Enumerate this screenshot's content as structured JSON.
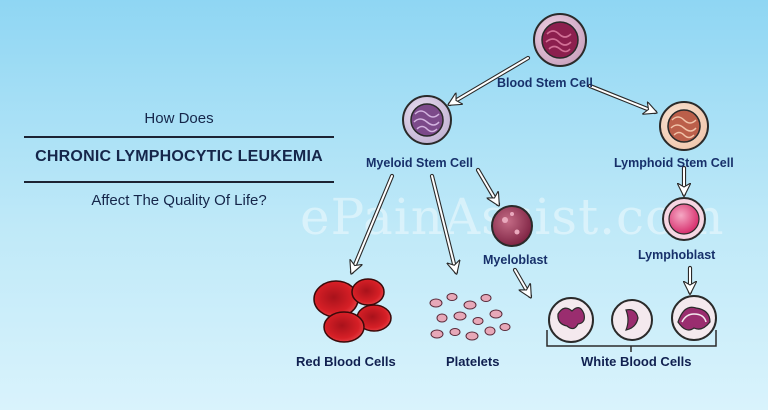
{
  "title": {
    "line1": "How Does",
    "line2": "CHRONIC LYMPHOCYTIC LEUKEMIA",
    "line3": "Affect The Quality Of Life?"
  },
  "nodes": {
    "blood_stem_cell": "Blood Stem Cell",
    "myeloid_stem_cell": "Myeloid Stem Cell",
    "lymphoid_stem_cell": "Lymphoid Stem Cell",
    "myeloblast": "Myeloblast",
    "lymphoblast": "Lymphoblast",
    "red_blood_cells": "Red Blood Cells",
    "platelets": "Platelets",
    "white_blood_cells": "White Blood Cells"
  },
  "watermark": "ePainAssist.com",
  "colors": {
    "stem_cell_outer": "#c9a2be",
    "stem_cell_inner": "#8c1f4e",
    "myeloid_outer": "#c2b3d3",
    "myeloid_inner": "#7c4a8a",
    "lymphoid_outer": "#f0c7ad",
    "lymphoid_inner": "#bb5f4a",
    "red_cell": "#d61f26",
    "platelet": "#e7a8b8",
    "white_cell_nucleus": "#9a2d6f"
  }
}
